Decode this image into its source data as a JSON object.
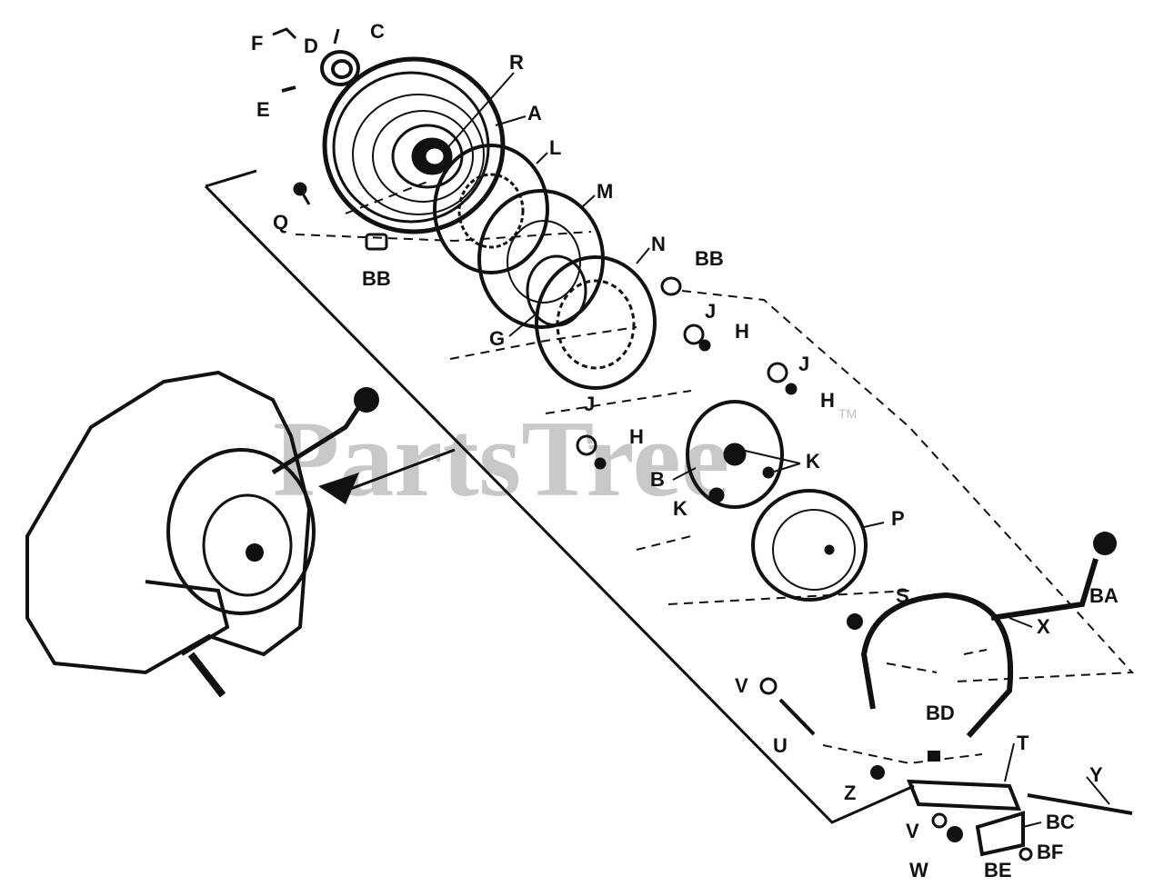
{
  "watermark": {
    "text": "PartsTree",
    "trademark": "TM"
  },
  "colors": {
    "ink": "#111111",
    "watermark": "#c8c8c8",
    "background": "#ffffff"
  },
  "labels": {
    "F": "F",
    "D": "D",
    "C": "C",
    "E": "E",
    "R": "R",
    "A": "A",
    "L": "L",
    "M": "M",
    "N": "N",
    "Q": "Q",
    "BB_left": "BB",
    "BB_right": "BB",
    "G": "G",
    "J1": "J",
    "J2": "J",
    "J3": "J",
    "H1": "H",
    "H2": "H",
    "H3": "H",
    "K1": "K",
    "K2": "K",
    "B": "B",
    "P": "P",
    "S": "S",
    "BA": "BA",
    "X": "X",
    "V1": "V",
    "V2": "V",
    "U": "U",
    "BD": "BD",
    "T": "T",
    "Y": "Y",
    "Z": "Z",
    "BC": "BC",
    "W": "W",
    "BE": "BE",
    "BF": "BF"
  }
}
